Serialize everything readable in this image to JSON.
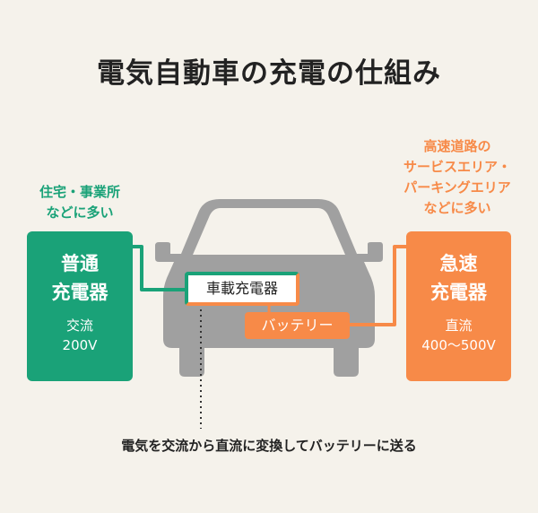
{
  "title": "電気自動車の充電の仕組み",
  "colors": {
    "green": "#1aa278",
    "orange": "#f78a48",
    "car": "#a0a0a0",
    "background": "#f5f2eb"
  },
  "left": {
    "caption": [
      "住宅・事業所",
      "などに多い"
    ],
    "name": [
      "普通",
      "充電器"
    ],
    "current": "交流",
    "voltage": "200V"
  },
  "right": {
    "caption": [
      "高速道路の",
      "サービスエリア・",
      "パーキングエリア",
      "などに多い"
    ],
    "name": [
      "急速",
      "充電器"
    ],
    "current": "直流",
    "voltage": "400～500V"
  },
  "car": {
    "onboard_charger": "車載充電器",
    "battery": "バッテリー"
  },
  "note": "電気を交流から直流に変換してバッテリーに送る"
}
